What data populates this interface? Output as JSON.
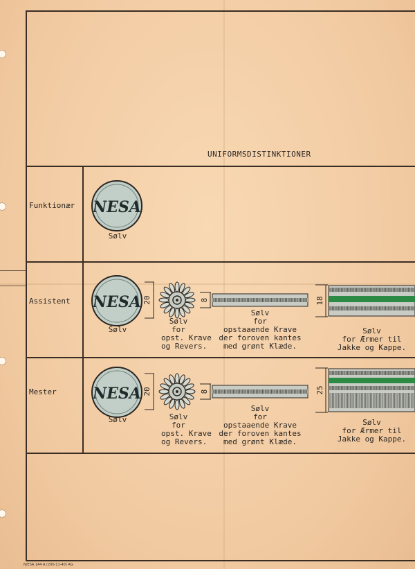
{
  "title": "UNIFORMSDISTINKTIONER",
  "rows": [
    {
      "label": "Funktionær",
      "badge_caption": "Sølv"
    },
    {
      "label": "Assistent",
      "badge_caption": "Sølv",
      "star_caption": "Sølv\nfor\nopst. Krave\nog Revers.",
      "star_dim": "20",
      "collar_dim": "8",
      "collar_caption": "Sølv\nfor\nopstaaende Krave\nder foroven kantes\nmed grønt Klæde.",
      "sleeve_dim": "18",
      "sleeve_caption": "Sølv\nfor Ærmer til\nJakke og Kappe."
    },
    {
      "label": "Mester",
      "badge_caption": "Sølv",
      "star_caption": "Sølv\nfor\nopst. Krave\nog Revers.",
      "star_dim": "20",
      "collar_dim": "8",
      "collar_caption": "Sølv\nfor\nopstaaende Krave\nder foroven kantes\nmed grønt Klæde.",
      "sleeve_dim": "25",
      "sleeve_caption": "Sølv\nfor Ærmer til\nJakke og Kappe."
    }
  ],
  "badge_logo_text": "NESA",
  "footer": "N/ESA 144 A (200-11-40) AG",
  "colors": {
    "paper": "#f3cfa8",
    "ink": "#2a2622",
    "badge": "#c2cfc8",
    "stripe_green": "#2d8a45",
    "silver": "#c9ccc4"
  }
}
